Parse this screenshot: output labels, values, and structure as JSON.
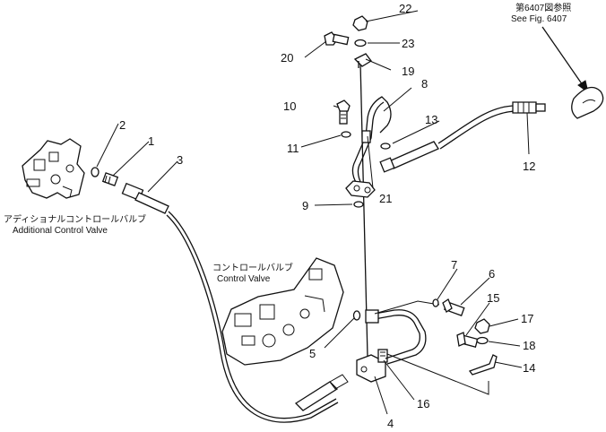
{
  "callouts": {
    "c1": "1",
    "c2": "2",
    "c3": "3",
    "c4": "4",
    "c5": "5",
    "c6": "6",
    "c7": "7",
    "c8": "8",
    "c9": "9",
    "c10": "10",
    "c11": "11",
    "c12": "12",
    "c13": "13",
    "c14": "14",
    "c15": "15",
    "c16": "16",
    "c17": "17",
    "c18": "18",
    "c19": "19",
    "c20": "20",
    "c21": "21",
    "c22": "22",
    "c23": "23"
  },
  "labels": {
    "additional_valve_jp": "アディショナルコントロールバルブ",
    "additional_valve_en": "Additional Control Valve",
    "control_valve_jp": "コントロールバルブ",
    "control_valve_en": "Control Valve",
    "ref_jp": "第6407図参照",
    "ref_en": "See Fig. 6407"
  },
  "icons": {
    "additional_valve": "valve-block-icon",
    "control_valve": "valve-block-icon",
    "remote_part": "cylinder-end-icon"
  }
}
